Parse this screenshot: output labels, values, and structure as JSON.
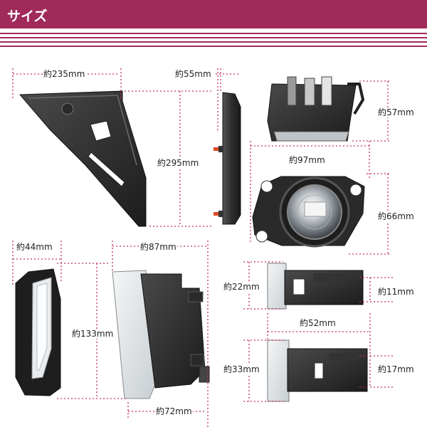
{
  "header": {
    "title": "サイズ"
  },
  "colors": {
    "accent": "#a02a5a",
    "dim_line": "#c0306a"
  },
  "dimensions": {
    "width_235": "約235mm",
    "depth_55": "約55mm",
    "height_295": "約295mm",
    "height_57": "約57mm",
    "width_97": "約97mm",
    "height_66": "約66mm",
    "width_44": "約44mm",
    "width_87": "約87mm",
    "height_133": "約133mm",
    "width_72": "約72mm",
    "height_22": "約22mm",
    "height_11": "約11mm",
    "width_52": "約52mm",
    "height_33": "約33mm",
    "height_17": "約17mm"
  }
}
